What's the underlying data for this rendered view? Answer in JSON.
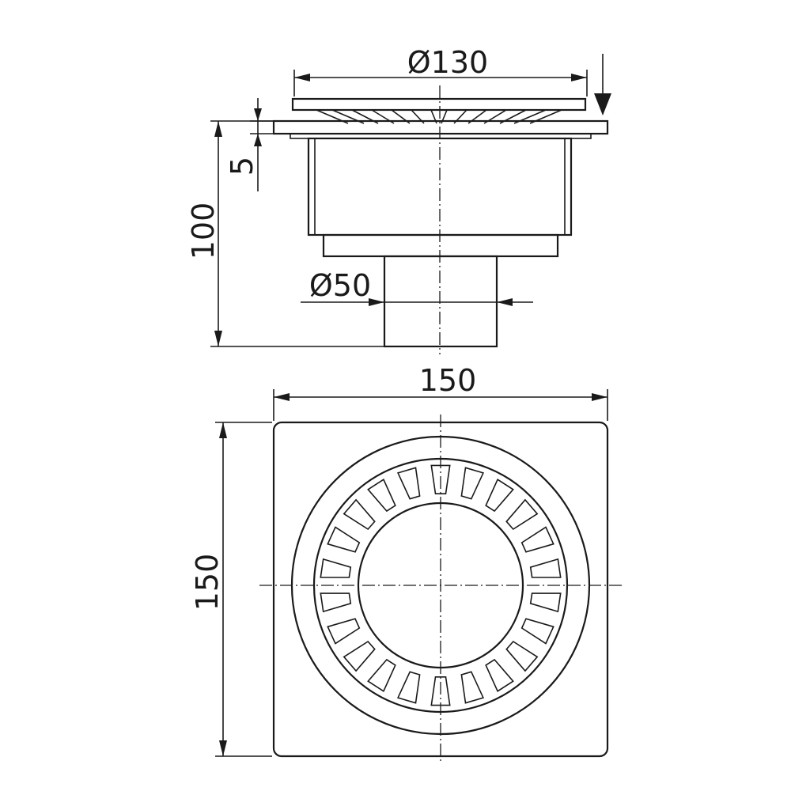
{
  "dimensions": {
    "grate_diameter": "Ø130",
    "step_height": "5",
    "total_height": "100",
    "outlet_diameter": "Ø50",
    "frame_width": "150",
    "frame_height": "150"
  },
  "view_arrow": "arrow-down-icon"
}
